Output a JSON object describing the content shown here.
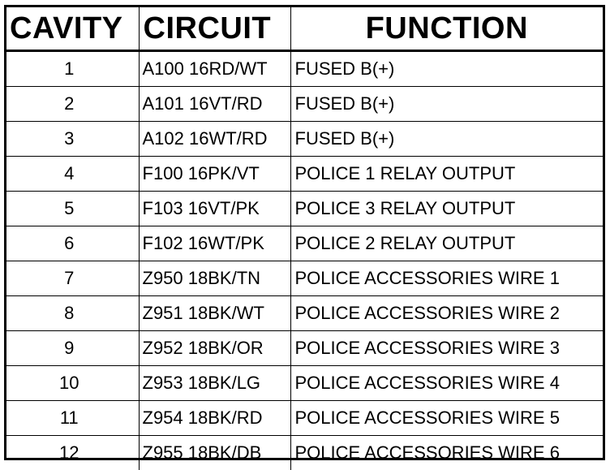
{
  "headers": {
    "cavity": "CAVITY",
    "circuit": "CIRCUIT",
    "function": "FUNCTION"
  },
  "rows": [
    {
      "cavity": "1",
      "circuit": "A100 16RD/WT",
      "function": "FUSED B(+)"
    },
    {
      "cavity": "2",
      "circuit": "A101 16VT/RD",
      "function": "FUSED B(+)"
    },
    {
      "cavity": "3",
      "circuit": "A102 16WT/RD",
      "function": "FUSED B(+)"
    },
    {
      "cavity": "4",
      "circuit": "F100 16PK/VT",
      "function": "POLICE 1 RELAY OUTPUT"
    },
    {
      "cavity": "5",
      "circuit": "F103 16VT/PK",
      "function": "POLICE 3 RELAY OUTPUT"
    },
    {
      "cavity": "6",
      "circuit": "F102 16WT/PK",
      "function": "POLICE 2 RELAY OUTPUT"
    },
    {
      "cavity": "7",
      "circuit": "Z950 18BK/TN",
      "function": "POLICE ACCESSORIES WIRE 1"
    },
    {
      "cavity": "8",
      "circuit": "Z951 18BK/WT",
      "function": "POLICE ACCESSORIES WIRE 2"
    },
    {
      "cavity": "9",
      "circuit": "Z952 18BK/OR",
      "function": "POLICE ACCESSORIES WIRE 3"
    },
    {
      "cavity": "10",
      "circuit": "Z953 18BK/LG",
      "function": "POLICE ACCESSORIES WIRE 4"
    },
    {
      "cavity": "11",
      "circuit": "Z954 18BK/RD",
      "function": "POLICE ACCESSORIES WIRE 5"
    },
    {
      "cavity": "12",
      "circuit": "Z955 18BK/DB",
      "function": "POLICE ACCESSORIES WIRE 6"
    }
  ]
}
